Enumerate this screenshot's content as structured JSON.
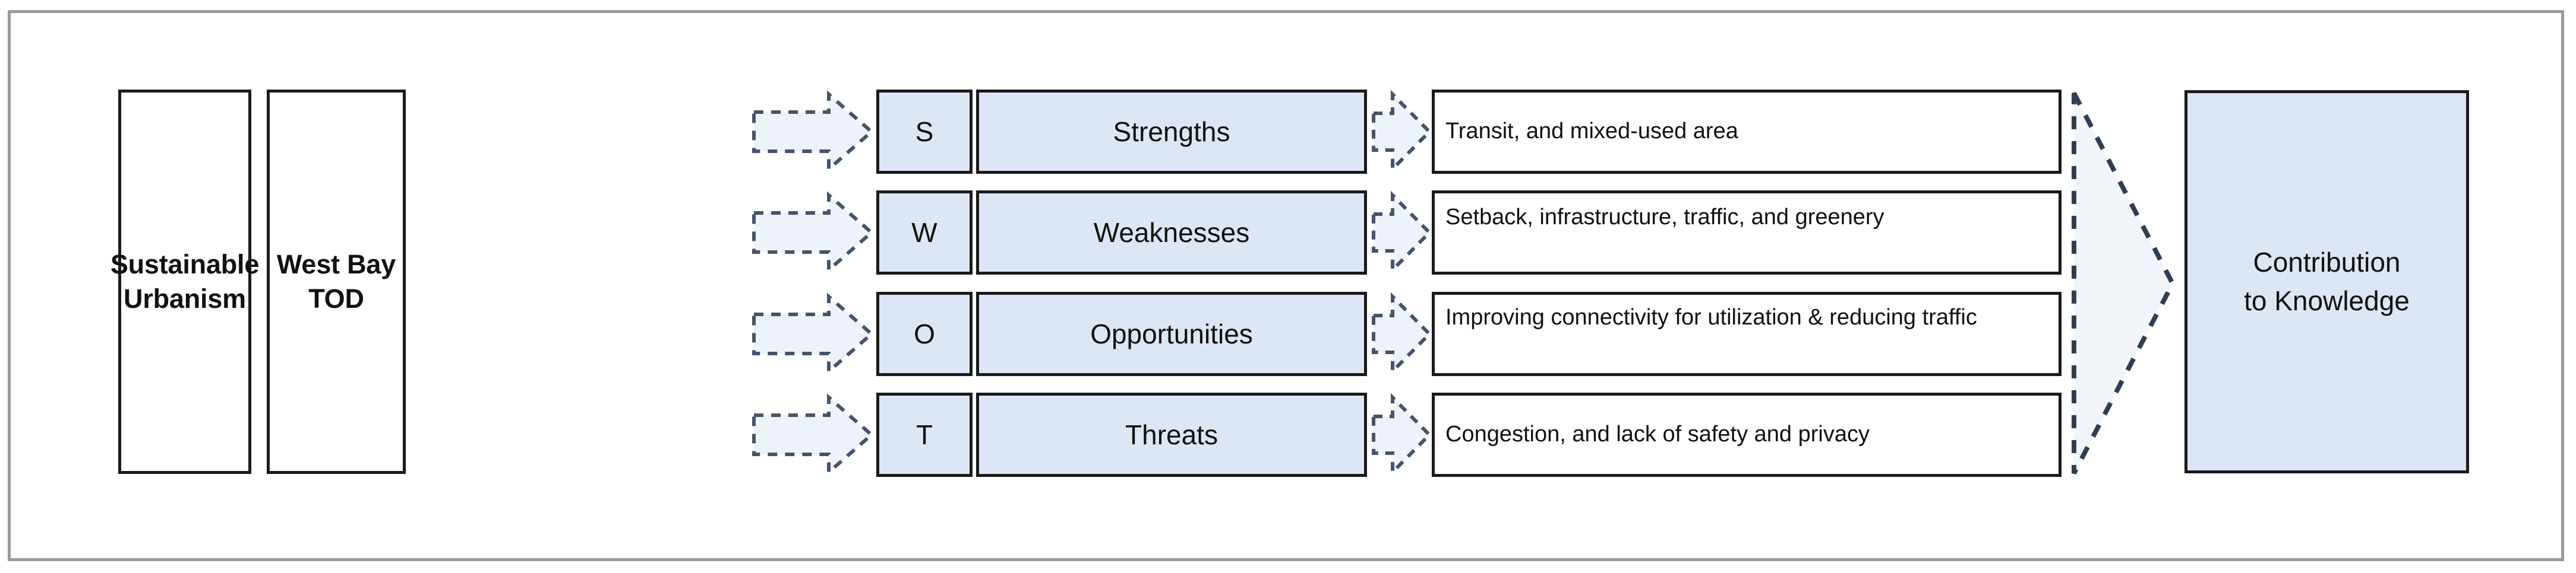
{
  "diagram": {
    "title": "Sustainable Urbanism West Bay TOD SWOT contribution framework",
    "colors": {
      "box_fill_blue": "#dce6f5",
      "box_fill_white": "#ffffff",
      "box_border": "#1a1a1a",
      "frame_border": "#9a9a9a",
      "arrow_fill": "#eef3fa",
      "arrow_stroke": "#44546a"
    },
    "pillars": [
      {
        "id": "sustainable-urbanism",
        "label": "Sustainable\nUrbanism"
      },
      {
        "id": "west-bay-tod",
        "label": "West Bay TOD"
      }
    ],
    "swot": {
      "rows": [
        {
          "letter": "S",
          "label": "Strengths",
          "description": "Transit, and mixed-used area"
        },
        {
          "letter": "W",
          "label": "Weaknesses",
          "description": "Setback, infrastructure, traffic, and greenery"
        },
        {
          "letter": "O",
          "label": "Opportunities",
          "description": "Improving connectivity for utilization & reducing traffic"
        },
        {
          "letter": "T",
          "label": "Threats",
          "description": "Congestion, and lack of safety and privacy"
        }
      ]
    },
    "outcome": {
      "id": "contribution-to-knowledge",
      "label": "Contribution\nto Knowledge"
    },
    "connectors": {
      "tod_to_swot": "dashed-block-arrow-right",
      "swot_to_description": "dashed-block-arrow-right",
      "descriptions_to_outcome": "dashed-chevron-arrow-right"
    }
  }
}
